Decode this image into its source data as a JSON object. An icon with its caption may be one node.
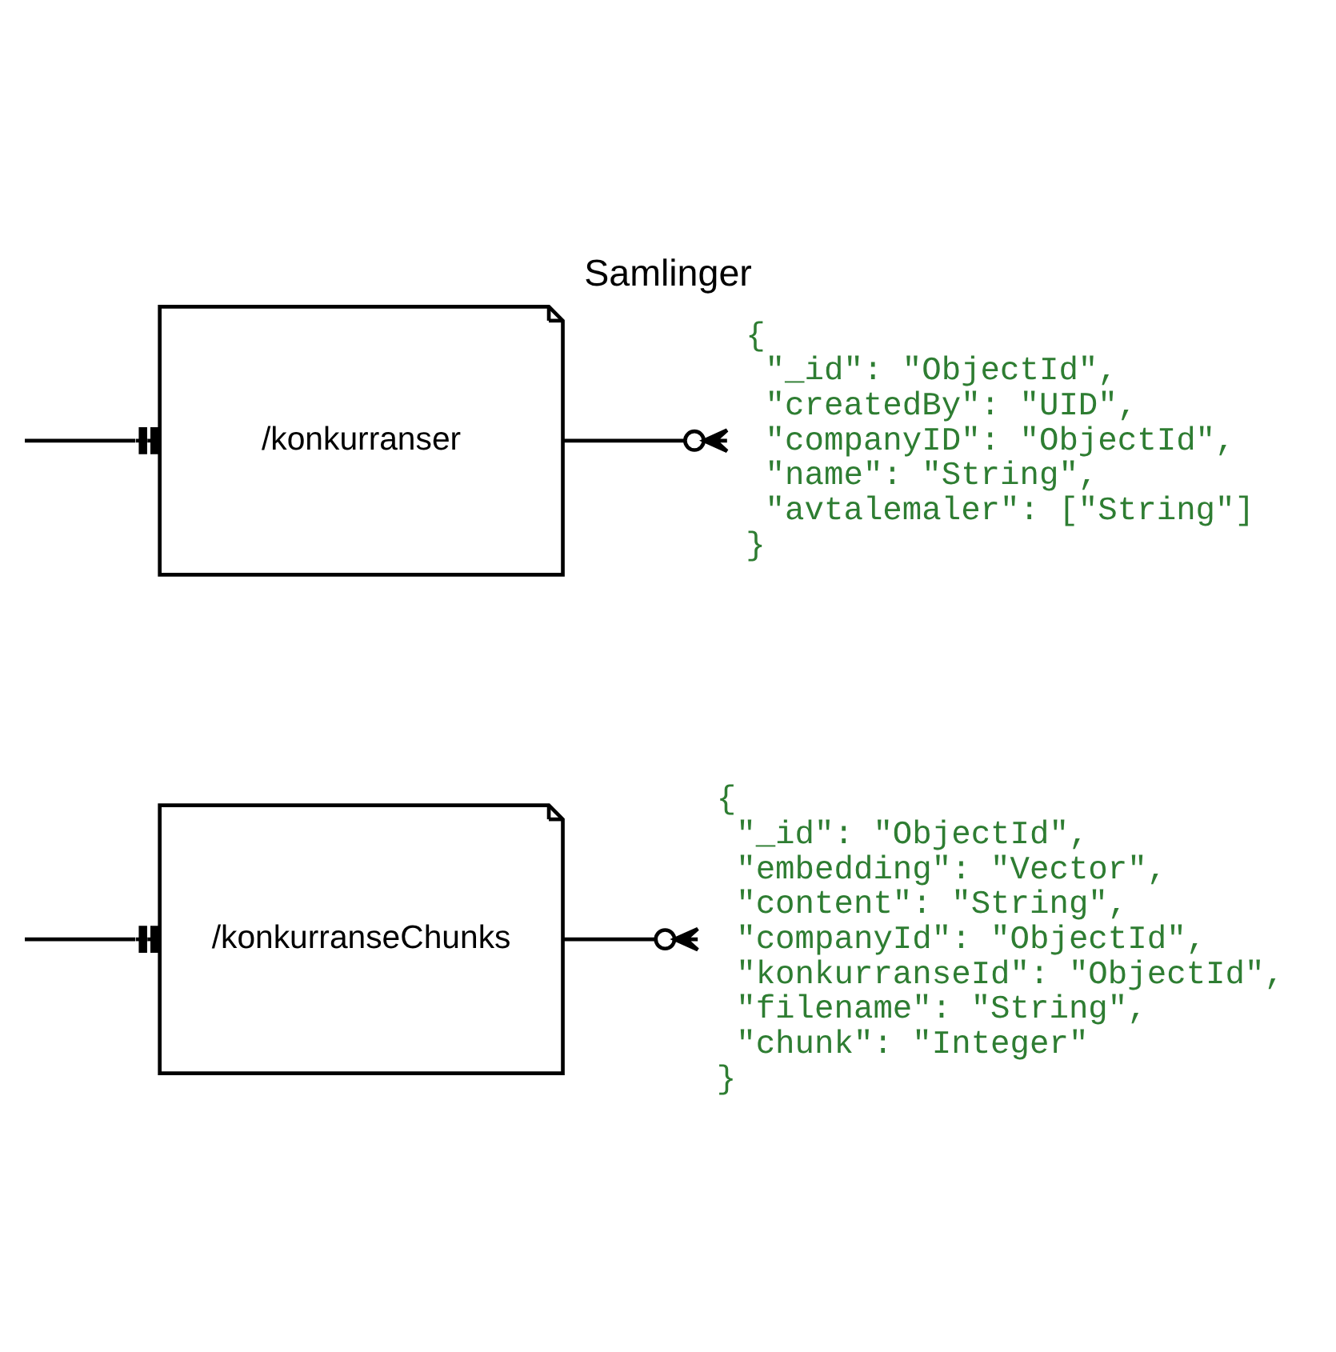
{
  "diagram": {
    "title": "Samlinger",
    "nodes": [
      {
        "text": [
          "/konkurranseChunks"
        ]
      },
      {
        "text": [
          "{",
          "\"_id\": \"ObjectId\",",
          "\"embedding\": \"Vector\",",
          "\"content\": \"String\",",
          "\"companyId\": \"ObjectId\",",
          "\"konkurranseId\": \"ObjectId\",",
          "\"filename\": \"String\",",
          "\"chunk\": \"Integer\"",
          "}"
        ]
      },
      {
        "text": [
          "/konkurranser"
        ]
      },
      {
        "text": [
          "{",
          "\"_id\": \"ObjectId\",",
          "\"createdBy\": \"UID\",",
          "\"companyID\": \"ObjectId\",",
          "\"name\": \"String\",",
          "\"avtalemaler\": [\"String\"]",
          "}"
        ]
      }
    ],
    "edges": [
      {
        "from": 0,
        "to": 1,
        "arrow": "other"
      },
      {
        "from": 2,
        "to": 3,
        "arrow": "other"
      },
      {
        "from": null,
        "to": 0,
        "arrow": "other"
      },
      {
        "from": null,
        "to": 2,
        "arrow": "other"
      }
    ]
  }
}
